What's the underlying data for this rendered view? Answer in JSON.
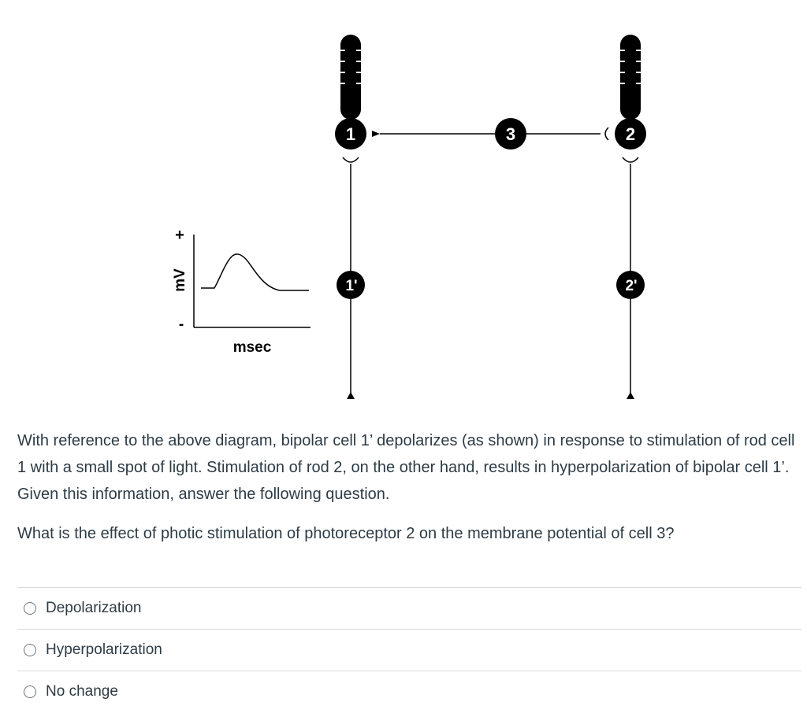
{
  "diagram": {
    "cell_labels": [
      "1",
      "3",
      "2",
      "1'",
      "2'"
    ],
    "graph": {
      "ylabel": "mV",
      "y_plus": "+",
      "y_minus": "-",
      "xlabel": "msec"
    }
  },
  "question": {
    "stem": "With reference to the above diagram, bipolar cell 1’ depolarizes (as shown) in response to stimulation of rod cell 1 with a small spot of light.  Stimulation of rod 2, on the other hand, results in hyperpolarization of bipolar cell 1’.  Given this information, answer the following question.",
    "prompt": "What is the effect of photic stimulation of photoreceptor 2 on the membrane potential of cell 3?"
  },
  "answers": [
    {
      "label": "Depolarization",
      "selected": false
    },
    {
      "label": "Hyperpolarization",
      "selected": false
    },
    {
      "label": "No change",
      "selected": false
    }
  ]
}
